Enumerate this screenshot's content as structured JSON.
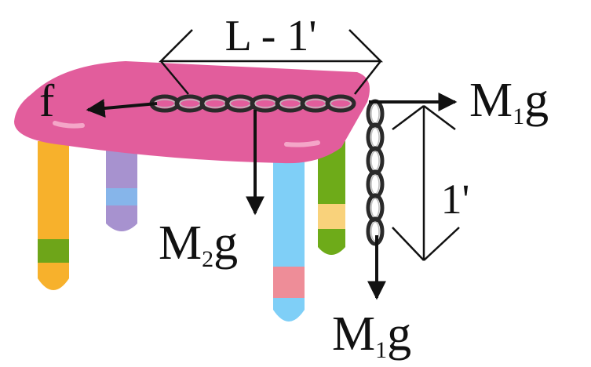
{
  "labels": {
    "top_length": "L - 1'",
    "friction": "f",
    "m1g_right": {
      "main": "M",
      "sub": "1",
      "tail": "g"
    },
    "m2g": {
      "main": "M",
      "sub": "2",
      "tail": "g"
    },
    "m1g_down": {
      "main": "M",
      "sub": "1",
      "tail": "g"
    },
    "side_length": "1'"
  },
  "colors": {
    "tabletop": "#e25d9c",
    "tabletop_highlight": "#f4a6c8",
    "leg_orange": "#f7b12c",
    "leg_orange_band": "#6ea519",
    "leg_purple": "#a792cf",
    "leg_purple_band": "#86b5ea",
    "leg_blue": "#7fcff7",
    "leg_blue_band": "#ee8d98",
    "leg_green": "#6eab19",
    "leg_green_band": "#f9d27b",
    "chain": "#2a2a2a",
    "arrow": "#111111"
  }
}
